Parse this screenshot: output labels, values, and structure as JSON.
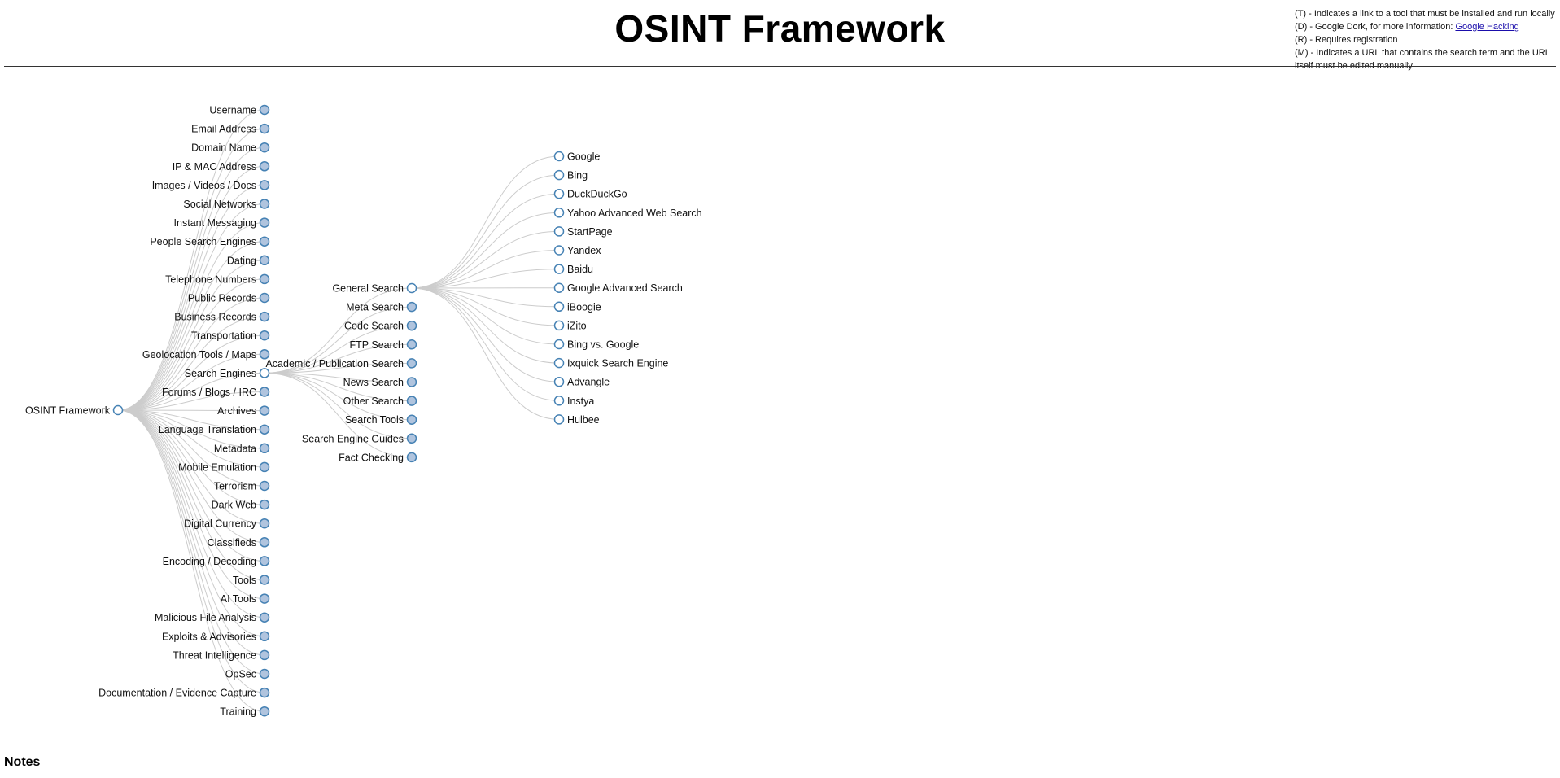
{
  "header": {
    "title": "OSINT Framework"
  },
  "legend": {
    "tool_note": "(T) - Indicates a link to a tool that must be installed and run locally",
    "dork_note_prefix": "(D) - Google Dork, for more information: ",
    "dork_link_label": "Google Hacking",
    "registration_note": "(R) - Requires registration",
    "manual_url_note": "(M) - Indicates a URL that contains the search term and the URL itself must be edited manually"
  },
  "tree": {
    "root": "OSINT Framework",
    "categories": [
      "Username",
      "Email Address",
      "Domain Name",
      "IP & MAC Address",
      "Images / Videos / Docs",
      "Social Networks",
      "Instant Messaging",
      "People Search Engines",
      "Dating",
      "Telephone Numbers",
      "Public Records",
      "Business Records",
      "Transportation",
      "Geolocation Tools / Maps",
      "Search Engines",
      "Forums / Blogs / IRC",
      "Archives",
      "Language Translation",
      "Metadata",
      "Mobile Emulation",
      "Terrorism",
      "Dark Web",
      "Digital Currency",
      "Classifieds",
      "Encoding / Decoding",
      "Tools",
      "AI Tools",
      "Malicious File Analysis",
      "Exploits & Advisories",
      "Threat Intelligence",
      "OpSec",
      "Documentation / Evidence Capture",
      "Training"
    ],
    "expanded_category": "Search Engines",
    "subcategories": [
      "General Search",
      "Meta Search",
      "Code Search",
      "FTP Search",
      "Academic / Publication Search",
      "News Search",
      "Other Search",
      "Search Tools",
      "Search Engine Guides",
      "Fact Checking"
    ],
    "expanded_subcategory": "General Search",
    "leaves": [
      "Google",
      "Bing",
      "DuckDuckGo",
      "Yahoo Advanced Web Search",
      "StartPage",
      "Yandex",
      "Baidu",
      "Google Advanced Search",
      "iBoogie",
      "iZito",
      "Bing vs. Google",
      "Ixquick Search Engine",
      "Advangle",
      "Instya",
      "Hulbee"
    ]
  },
  "colors": {
    "collapsed_fill": "#b0c4de",
    "expanded_fill": "#ffffff",
    "node_stroke": "#4682b4",
    "link": "#cccccc"
  },
  "footer": {
    "notes_heading": "Notes"
  }
}
